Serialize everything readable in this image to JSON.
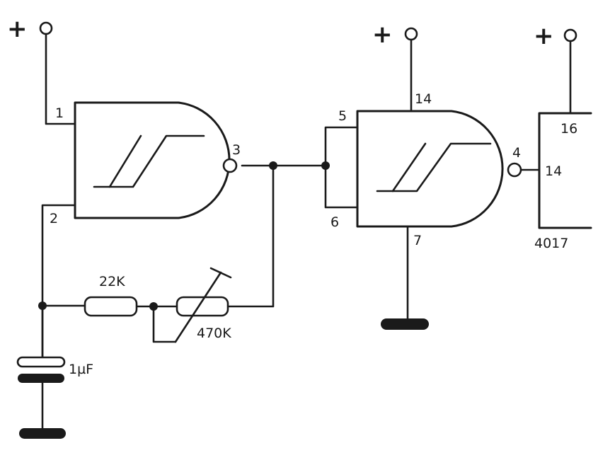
{
  "supply": {
    "positive_symbol": "+"
  },
  "gate1": {
    "pins": {
      "in_a": "1",
      "in_b": "2",
      "out": "3"
    }
  },
  "gate2": {
    "pins": {
      "in_a": "5",
      "in_b": "6",
      "out": "4",
      "vcc": "14",
      "gnd": "7"
    }
  },
  "counter": {
    "name": "4017",
    "pins": {
      "vcc": "16",
      "clock": "14"
    }
  },
  "components": {
    "resistor_fixed": "22K",
    "resistor_variable": "470K",
    "capacitor": "1µF"
  }
}
